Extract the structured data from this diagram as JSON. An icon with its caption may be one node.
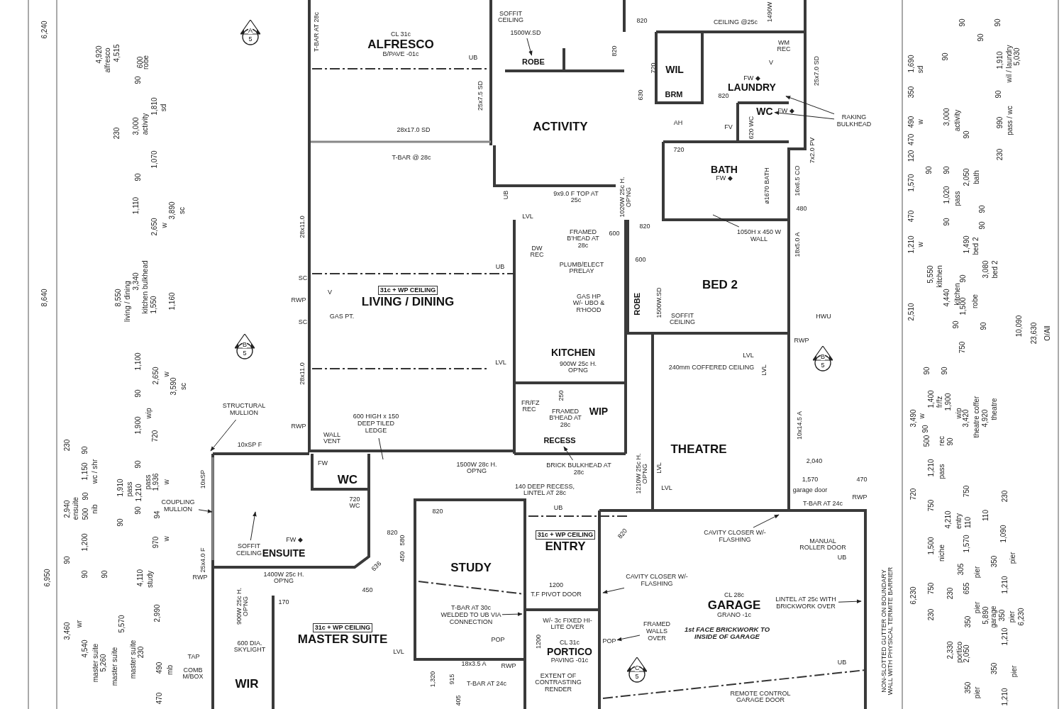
{
  "diagram": {
    "nodes": [
      {
        "text": [
          "CL 31c",
          "ALFRESCO",
          "B/PAVE -01c"
        ]
      },
      {
        "text": [
          "ROBE"
        ]
      },
      {
        "text": [
          "ACTIVITY"
        ]
      },
      {
        "text": [
          "WIL"
        ]
      },
      {
        "text": [
          "BRM"
        ]
      },
      {
        "text": [
          "FW ◆",
          "LAUNDRY"
        ]
      },
      {
        "text": [
          "WC"
        ]
      },
      {
        "text": [
          "BATH",
          "FW ◆"
        ]
      },
      {
        "text": [
          "31c + WP CEILING",
          "LIVING / DINING"
        ]
      },
      {
        "text": [
          "KITCHEN"
        ]
      },
      {
        "text": [
          "BED 2"
        ]
      },
      {
        "text": [
          "ROBE"
        ]
      },
      {
        "text": [
          "WIP"
        ]
      },
      {
        "text": [
          "RECESS"
        ]
      },
      {
        "text": [
          "THEATRE"
        ]
      },
      {
        "text": [
          "WC"
        ]
      },
      {
        "text": [
          "ENSUITE"
        ]
      },
      {
        "text": [
          "STUDY"
        ]
      },
      {
        "text": [
          "31c + WP CEILING",
          "ENTRY"
        ]
      },
      {
        "text": [
          "CL 28c",
          "GARAGE",
          "GRANO -1c"
        ]
      },
      {
        "text": [
          "31c + WP CEILING",
          "MASTER SUITE"
        ]
      },
      {
        "text": [
          "WIR"
        ]
      },
      {
        "text": [
          "CL 31c",
          "PORTICO",
          "PAVING -01c"
        ]
      },
      {
        "text": [
          "A",
          "5"
        ]
      },
      {
        "text": [
          "B",
          "5"
        ]
      },
      {
        "text": [
          "B",
          "5"
        ]
      },
      {
        "text": [
          "C",
          "5"
        ]
      },
      {
        "text": [
          "STRUCTURAL MULLION"
        ]
      },
      {
        "text": [
          "COUPLING MULLION"
        ]
      },
      {
        "text": [
          "SOFFIT CEILING"
        ]
      },
      {
        "text": [
          "RAKING BULKHEAD"
        ]
      },
      {
        "text": [
          "1050H x 450 W WALL"
        ]
      },
      {
        "text": [
          "BRICK BULKHEAD AT 28c"
        ]
      },
      {
        "text": [
          "CAVITY CLOSER W/- FLASHING"
        ]
      },
      {
        "text": [
          "CAVITY CLOSER W/- FLASHING"
        ]
      },
      {
        "text": [
          "T-BAR AT 30c WELDED TO UB VIA CONNECTION"
        ]
      },
      {
        "text": [
          "LINTEL AT 25c WITH BRICKWORK OVER"
        ]
      },
      {
        "text": [
          "1500W.SD"
        ]
      },
      {
        "text": [
          "FRAMED WALLS OVER"
        ]
      },
      {
        "text": [
          "600 HIGH x 150 DEEP TILED LEDGE"
        ]
      },
      {
        "text": [
          "POP"
        ]
      }
    ],
    "edges": [
      {
        "from": 27,
        "to": null,
        "arrow": "to"
      },
      {
        "from": 28,
        "to": null,
        "arrow": "to"
      },
      {
        "from": 29,
        "to": null,
        "arrow": "to"
      },
      {
        "from": 30,
        "to": 5,
        "arrow": "to"
      },
      {
        "from": 30,
        "to": 6,
        "arrow": "to"
      },
      {
        "from": 31,
        "to": null,
        "arrow": "none"
      },
      {
        "from": 32,
        "to": 13,
        "arrow": "to"
      },
      {
        "from": 33,
        "to": null,
        "arrow": "to"
      },
      {
        "from": 34,
        "to": null,
        "arrow": "to"
      },
      {
        "from": 35,
        "to": null,
        "arrow": "to"
      },
      {
        "from": 36,
        "to": null,
        "arrow": "to"
      },
      {
        "from": 37,
        "to": 1,
        "arrow": "to"
      },
      {
        "from": 38,
        "to": 40,
        "arrow": "to"
      },
      {
        "from": 39,
        "to": null,
        "arrow": "none"
      }
    ],
    "labels": [
      "T-BAR AT 28c",
      "UB",
      "25x7.5 SD",
      "28x17.0 SD",
      "T-BAR @ 28c",
      "SOFFIT CEILING",
      "820",
      "820",
      "CEILING @25c",
      "1490W",
      "V",
      "WM REC",
      "720",
      "630",
      "820",
      "25x7.0 SD",
      "7x2.0 PV",
      "AH",
      "FV",
      "620 WC",
      "FW ◆",
      "720",
      "ø1670 BATH",
      "16x6.5 CO",
      "480",
      "18x5.0 A",
      "HWU",
      "RWP",
      "UB",
      "9x9.0 F TOP AT 25c",
      "1020W 25c H. OP'NG",
      "LVL",
      "FRAMED B'HEAD AT 28c",
      "600",
      "DW REC",
      "PLUMB/ELECT PRELAY",
      "600",
      "820",
      "UB",
      "GAS HP W/- UBO & R'HOOD",
      "1500W.SD",
      "SOFFIT CEILING",
      "V",
      "GAS PT.",
      "SC",
      "RWP",
      "SC",
      "28x11.0",
      "28x11.0",
      "LVL",
      "900W 25c H. OP'NG",
      "LVL",
      "LVL",
      "240mm COFFERED CEILING",
      "10x14.5 A",
      "FR/FZ REC",
      "250",
      "FRAMED B'HEAD AT 28c",
      "WALL VENT",
      "RWP",
      "10xSP F",
      "1500W 28c H. OP'NG",
      "140 DEEP RECESS, LINTEL AT 28c",
      "1210W 25c H. OP'NG",
      "LVL",
      "LVL",
      "2,040",
      "1,570",
      "470",
      "garage door",
      "RWP",
      "T-BAR AT 24c",
      "10xSP",
      "25x4.0 F",
      "FW",
      "720 WC",
      "820",
      "UB",
      "820",
      "580",
      "450",
      "636",
      "450",
      "FW ◆",
      "1400W 25c H. OP'NG",
      "900W 25c H. OP'NG",
      "170",
      "600 DIA. SKYLIGHT",
      "RWP",
      "TAP",
      "COMB M/BOX",
      "820",
      "MANUAL ROLLER DOOR",
      "1200",
      "T.F PIVOT DOOR",
      "W/- 3c FIXED HI-LITE OVER",
      "1200",
      "POP",
      "UB",
      "UB",
      "1st FACE BRICKWORK TO INSIDE OF GARAGE",
      "NON-SLOTTED GUTTER ON BOUNDARY WALL WITH PHYSICAL TERMITE BARRIER",
      "18x3.5 A",
      "RWP",
      "T-BAR AT 24c",
      "1,320",
      "915",
      "405",
      "EXTENT OF CONTRASTING RENDER",
      "REMOTE CONTROL GARAGE DOOR",
      "LVL",
      "6,240",
      "4,920",
      "alfresco",
      "4,515",
      "600",
      "robe",
      "90",
      "3,000",
      "activity",
      "1,810",
      "sd",
      "230",
      "1,070",
      "90",
      "1,110",
      "2,650",
      "w",
      "3,890",
      "sc",
      "8,640",
      "8,550",
      "living / dining",
      "3,340",
      "kitchen bulkhead",
      "1,550",
      "1,160",
      "1,100",
      "90",
      "2,650",
      "w",
      "3,590",
      "sc",
      "1,900",
      "wip",
      "720",
      "230",
      "90",
      "1,150",
      "wc / shr",
      "2,940",
      "ensuite",
      "90",
      "500",
      "nib",
      "1,910",
      "pass",
      "90",
      "1,210",
      "90",
      "pass",
      "1,936",
      "w",
      "90",
      "94",
      "970",
      "w",
      "1,200",
      "90",
      "90",
      "90",
      "6,950",
      "4,110",
      "study",
      "3,460",
      "wr",
      "4,540",
      "master suite",
      "5,260",
      "master suite",
      "5,570",
      "master suite",
      "230",
      "2,990",
      "490",
      "mb",
      "470",
      "1,690",
      "sd",
      "350",
      "490",
      "w",
      "470",
      "120",
      "1,570",
      "470",
      "1,210",
      "w",
      "2,510",
      "90",
      "3,000",
      "activity",
      "90",
      "90",
      "1,020",
      "pass",
      "90",
      "5,550",
      "kitchen",
      "4,440",
      "kitchen",
      "1,500",
      "robe",
      "90",
      "90",
      "90",
      "2,050",
      "bath",
      "90",
      "90",
      "1,490",
      "bed 2",
      "3,080",
      "bed 2",
      "90",
      "90",
      "90",
      "90",
      "1,910",
      "wil / laundry",
      "5,030",
      "90",
      "990",
      "pass / wc",
      "230",
      "10,090",
      "23,630",
      "O/All",
      "750",
      "90",
      "90",
      "1,400",
      "fr/fz",
      "1,900",
      "wip",
      "3,490",
      "w",
      "90",
      "3,420",
      "theatre coffer",
      "4,920",
      "theatre",
      "500",
      "rec",
      "90",
      "1,210",
      "pass",
      "720",
      "750",
      "750",
      "230",
      "4,210",
      "entry",
      "110",
      "110",
      "1,500",
      "niche",
      "1,570",
      "1,090",
      "305",
      "pier",
      "350",
      "pier",
      "750",
      "655",
      "1,210",
      "6,230",
      "230",
      "230",
      "pier",
      "5,890",
      "garage",
      "350",
      "pier",
      "6,230",
      "350",
      "2,330",
      "portico",
      "2,050",
      "1,210",
      "350",
      "pier",
      "350",
      "pier",
      "1,210"
    ]
  }
}
